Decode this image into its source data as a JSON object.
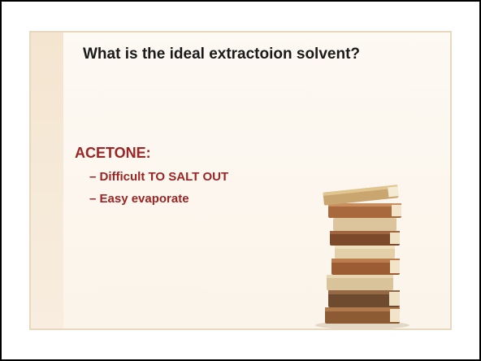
{
  "slide": {
    "title": "What is the ideal extractoion solvent?",
    "heading": "ACETONE:",
    "bullets": [
      "– Difficult TO SALT OUT",
      "– Easy evaporate"
    ]
  },
  "colors": {
    "title": "#1a1a1a",
    "accent_red": "#9b2424",
    "slide_border": "#e8d8c0",
    "sidebar": "#f4e5d0"
  },
  "icons": [
    "book-stack-image"
  ]
}
